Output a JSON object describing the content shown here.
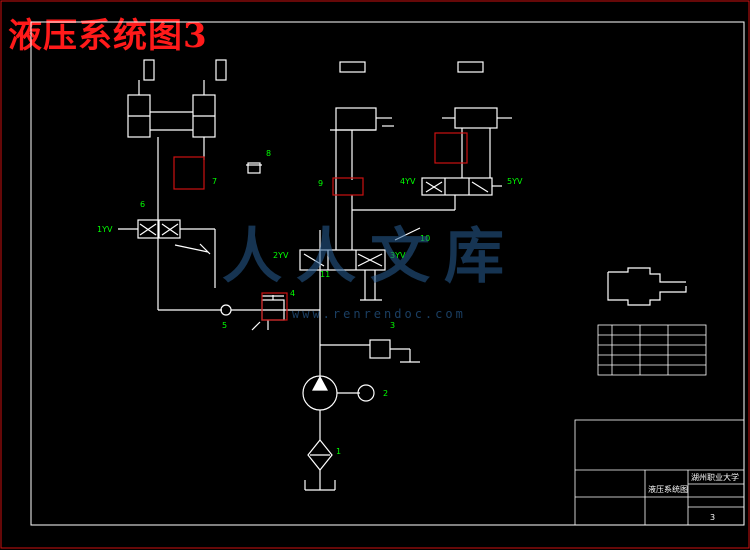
{
  "title": "液压系统图3",
  "colors": {
    "background": "#000000",
    "line": "#ffffff",
    "title": "#ff1a1a",
    "frame": "#cc1111",
    "label": "#00ff00",
    "tag": "#ffff00",
    "watermark": "#2b5f96"
  },
  "watermark": {
    "text": "人人文库",
    "url": "www.renrendoc.com"
  },
  "component_numbers": [
    "1",
    "2",
    "3",
    "4",
    "5",
    "6",
    "7",
    "8",
    "9",
    "10",
    "11"
  ],
  "valve_signals": [
    "1YV",
    "2YV",
    "3YV",
    "4YV",
    "5YV"
  ],
  "title_block": {
    "drawing_name": "液压系统图",
    "school": "湖州职业大学",
    "sheet": "3"
  }
}
